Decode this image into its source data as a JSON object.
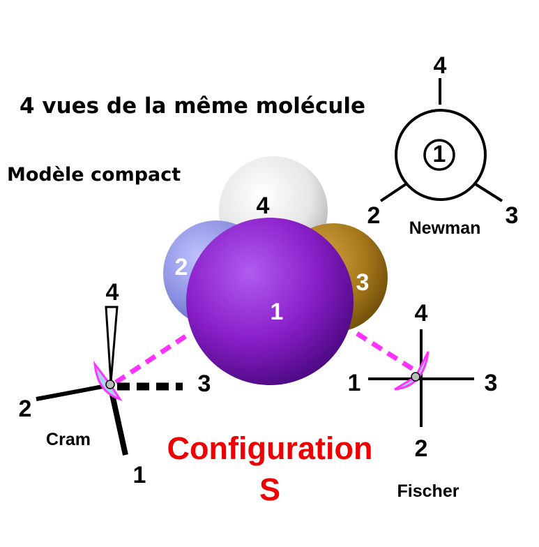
{
  "title": "4 vues de la même molécule",
  "compact": {
    "label": "Modèle compact",
    "atom_1": "1",
    "atom_2": "2",
    "atom_3": "3",
    "atom_4": "4",
    "colors": {
      "atom_1": "#8a1fc9",
      "atom_2": "#8a8ee0",
      "atom_3": "#a5781a",
      "atom_4": "#e6e6e6",
      "eye_link": "#ff33ff"
    }
  },
  "newman": {
    "label": "Newman",
    "front": "1",
    "top": "4",
    "left": "2",
    "right": "3"
  },
  "cram": {
    "label": "Cram",
    "wedge_top": "4",
    "left": "2",
    "dashed_right": "3",
    "bottom": "1"
  },
  "fischer": {
    "label": "Fischer",
    "top": "4",
    "left": "1",
    "right": "3",
    "bottom": "2"
  },
  "configuration": {
    "line1": "Configuration",
    "line2": "S",
    "color": "#ee0000"
  }
}
